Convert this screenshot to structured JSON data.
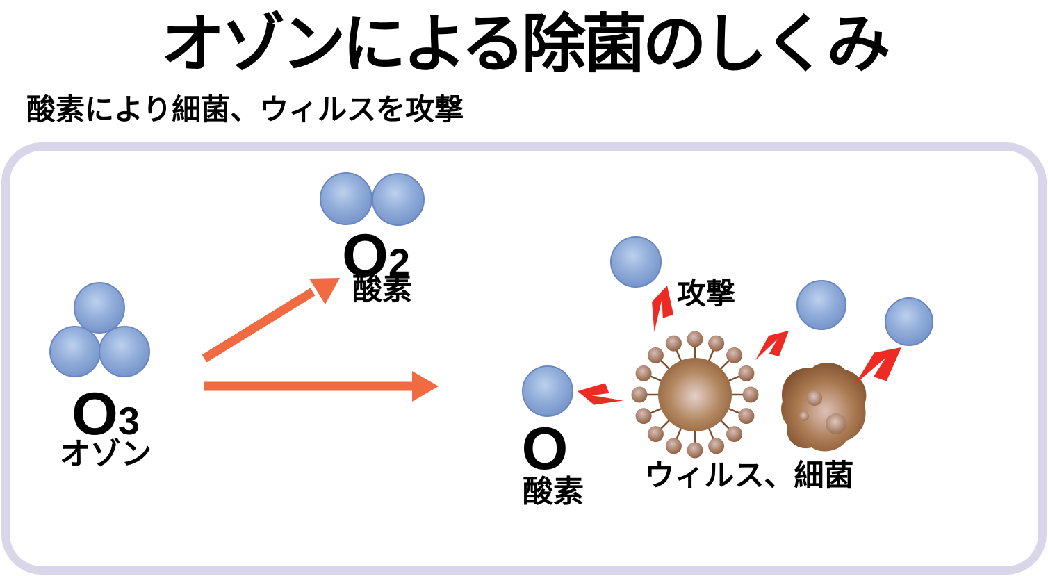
{
  "title": "オゾンによる除菌のしくみ",
  "subtitle": "酸素により細菌、ウィルスを攻撃",
  "diagram": {
    "ozone": {
      "symbol": "O",
      "subscript": "3",
      "name": "オゾン"
    },
    "oxygen_molecule": {
      "symbol": "O",
      "subscript": "2",
      "name": "酸素"
    },
    "oxygen_atom": {
      "symbol": "O",
      "name": "酸素"
    },
    "attack_label": "攻撃",
    "targets_label": "ウィルス、細菌"
  },
  "colors": {
    "text": "#000000",
    "panel_border": "#d9d6ea",
    "arrow": "#f06a42",
    "lightning": "#ed2b24",
    "sphere_light": "#bdd1ee",
    "sphere_mid": "#92aeda",
    "sphere_dark": "#6e8dc6",
    "sphere_stroke": "#6a86c0",
    "virus_light": "#e4cfc9",
    "virus_mid": "#b2875f",
    "virus_dark": "#8a5a38",
    "knob_light": "#d8bcb6",
    "bacteria_light": "#dcc1b8",
    "bacteria_dark": "#7d4e2c",
    "bubble_light": "#dfc6bf",
    "bubble_dark": "#8f613f"
  }
}
